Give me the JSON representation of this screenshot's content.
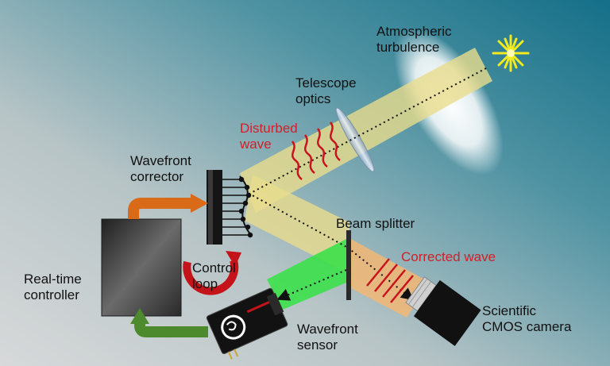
{
  "labels": {
    "atmospheric": "Atmospheric\nturbulence",
    "telescope": "Telescope\noptics",
    "disturbed": "Disturbed\nwave",
    "wavefront_corrector": "Wavefront\ncorrector",
    "beam_splitter": "Beam splitter",
    "corrected": "Corrected wave",
    "control_loop": "Control\nloop",
    "controller": "Real-time\ncontroller",
    "camera": "Scientific\nCMOS camera",
    "sensor": "Wavefront\nsensor"
  },
  "colors": {
    "background_dark": "#14708a",
    "background_light": "#d4d7d8",
    "beam": "#e7d98a",
    "beam_corrected": "#f2b774",
    "beam_sensor": "#3ce04a",
    "wave_red": "#c8141c",
    "arrow_orange": "#d86a18",
    "arrow_green": "#4d8a2e",
    "loop_red": "#c4141a",
    "star": "#f3ea1e"
  },
  "icons": [
    "star-icon",
    "control-loop-icon",
    "controller-box",
    "camera-icon",
    "wavefront-sensor-icon"
  ]
}
